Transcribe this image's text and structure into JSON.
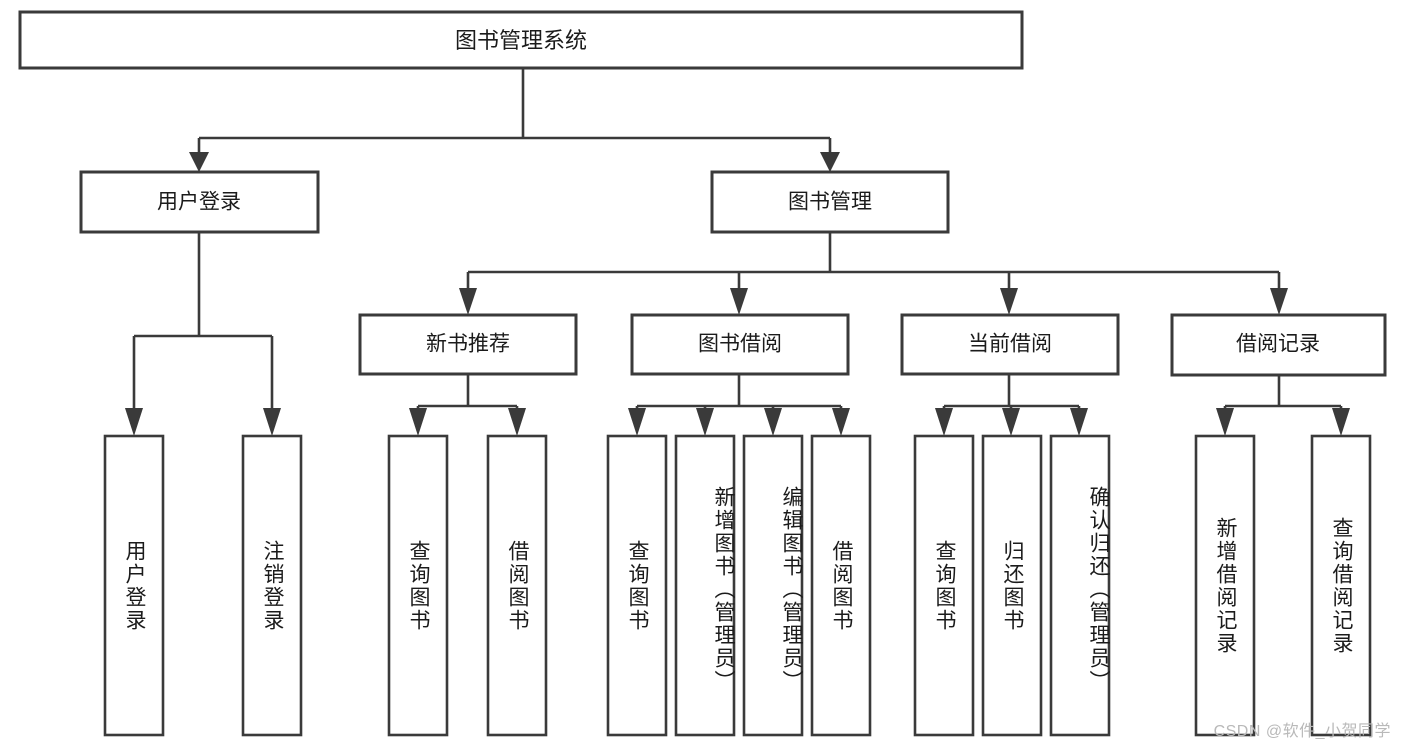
{
  "diagram": {
    "type": "tree",
    "title": "图书管理系统",
    "orientation": "top-down",
    "colors": {
      "background": "#ffffff",
      "box_fill": "#ffffff",
      "box_stroke": "#3a3a3a",
      "text": "#1b1b1b",
      "watermark": "#b9b9b9"
    },
    "root": {
      "label": "图书管理系统"
    },
    "level2": [
      {
        "label": "用户登录"
      },
      {
        "label": "图书管理"
      }
    ],
    "level3": [
      {
        "label": "新书推荐"
      },
      {
        "label": "图书借阅"
      },
      {
        "label": "当前借阅"
      },
      {
        "label": "借阅记录"
      }
    ],
    "leaves": {
      "user_login": [
        {
          "label": "用户登录"
        },
        {
          "label": "注销登录"
        }
      ],
      "new_book_recommend": [
        {
          "label": "查询图书"
        },
        {
          "label": "借阅图书"
        }
      ],
      "book_borrow": [
        {
          "label": "查询图书"
        },
        {
          "label": "新增图书（管理员）"
        },
        {
          "label": "编辑图书（管理员）"
        },
        {
          "label": "借阅图书"
        }
      ],
      "current_borrow": [
        {
          "label": "查询图书"
        },
        {
          "label": "归还图书"
        },
        {
          "label": "确认归还（管理员）"
        }
      ],
      "borrow_record": [
        {
          "label": "新增借阅记录"
        },
        {
          "label": "查询借阅记录"
        }
      ]
    }
  },
  "watermark": {
    "text": "CSDN @软件_小贺同学"
  }
}
